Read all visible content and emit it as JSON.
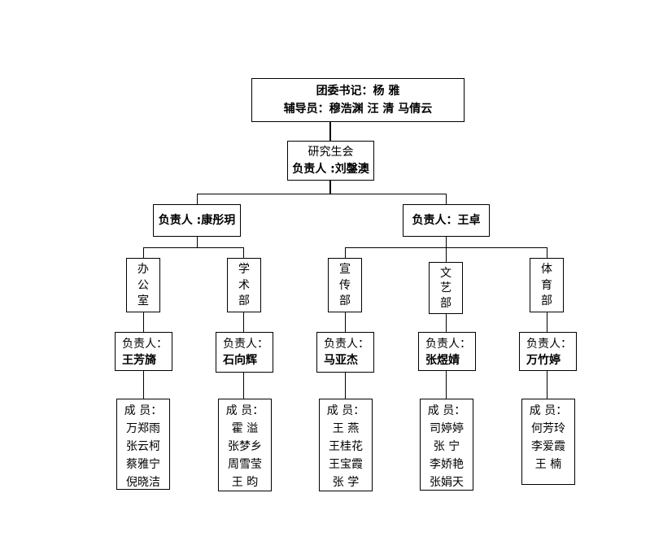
{
  "top": {
    "secretary": "团委书记：杨 雅",
    "counselors": "辅导员：穆浩渊 汪 清 马倩云"
  },
  "council": {
    "name": "研究生会",
    "leader": "负责人 :刘鏧澳"
  },
  "leads": [
    {
      "label": "负责人 :康彤玥"
    },
    {
      "label": "负责人：王卓"
    }
  ],
  "departments": [
    {
      "name": [
        "办",
        "公",
        "室"
      ],
      "resp_label": "负责人：",
      "resp_name": "王芳旖",
      "members_title": "成 员：",
      "members": [
        "万郑雨",
        "张云柯",
        "蔡雅宁",
        "倪晓洁"
      ]
    },
    {
      "name": [
        "学",
        "术",
        "部"
      ],
      "resp_label": "负责人：",
      "resp_name": "石向辉",
      "members_title": "成 员：",
      "members": [
        "霍 溢",
        "张梦乡",
        "周雪莹",
        "王 昀"
      ]
    },
    {
      "name": [
        "宣",
        "传",
        "部"
      ],
      "resp_label": "负责人：",
      "resp_name": "马亚杰",
      "members_title": "成 员：",
      "members": [
        "王 燕",
        "王桂花",
        "王宝霞",
        "张 学"
      ]
    },
    {
      "name": [
        "文",
        "艺",
        "部"
      ],
      "resp_label": "负责人：",
      "resp_name": "张煜婧",
      "members_title": "成 员：",
      "members": [
        "司婷婷",
        "张 宁",
        "李娇艳",
        "张娟天"
      ]
    },
    {
      "name": [
        "体",
        "育",
        "部"
      ],
      "resp_label": "负责人：",
      "resp_name": "万竹婷",
      "members_title": "成 员：",
      "members": [
        "何芳玲",
        "李爱霞",
        "王 楠"
      ]
    }
  ]
}
